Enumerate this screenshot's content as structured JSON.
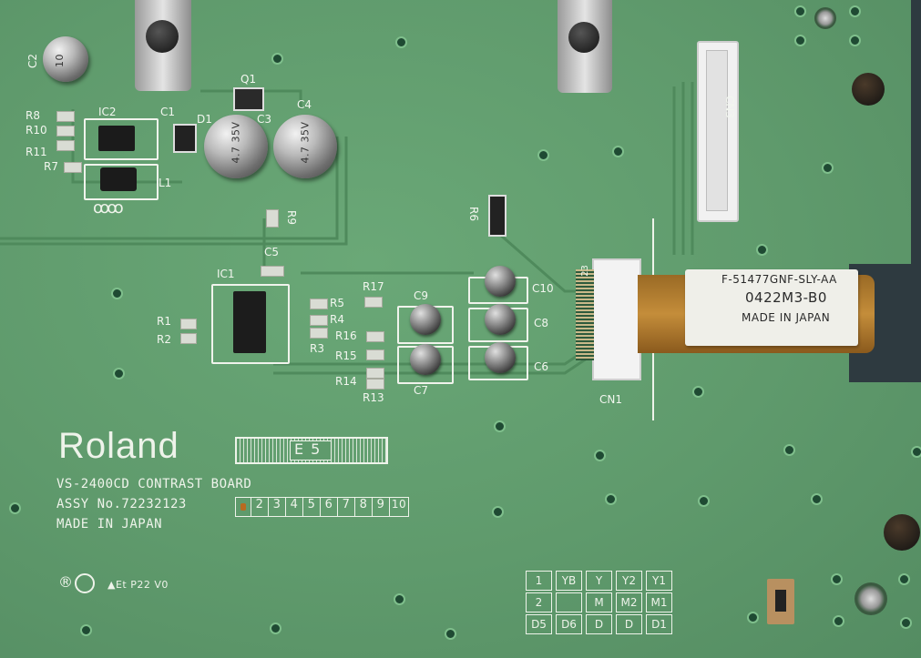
{
  "silkscreen": {
    "brand": "Roland",
    "box_text": "E5",
    "board_name": "VS-2400CD CONTRAST BOARD",
    "assy": "ASSY No.72232123",
    "assy_digits": [
      "2",
      "3",
      "4",
      "5",
      "6",
      "7",
      "8",
      "9",
      "10"
    ],
    "made_in": "MADE IN JAPAN",
    "ul_mark": "®",
    "rating": "▲Et P22 V0"
  },
  "ribbon_label": {
    "part": "F-51477GNF-SLY-AA",
    "lot": "0422M3-B0",
    "origin": "MADE IN JAPAN"
  },
  "component_labels": {
    "C2": "C2",
    "R8": "R8",
    "R10": "R10",
    "R11": "R11",
    "R7": "R7",
    "IC2": "IC2",
    "C1": "C1",
    "D1": "D1",
    "L1": "L1",
    "Q1": "Q1",
    "C3": "C3",
    "C4": "C4",
    "R9": "R9",
    "C5": "C5",
    "IC1": "IC1",
    "R1": "R1",
    "R2": "R2",
    "R5": "R5",
    "R4": "R4",
    "R3": "R3",
    "R17": "R17",
    "R16": "R16",
    "R15": "R15",
    "R14": "R14",
    "R13": "R13",
    "C9": "C9",
    "C7": "C7",
    "C10": "C10",
    "C8": "C8",
    "C6": "C6",
    "R6": "R6",
    "CN1": "CN1",
    "CN3": "CN3",
    "pin23": "23"
  },
  "cap_markings": {
    "c2": "10",
    "c3": "4.7 35V",
    "c4": "4.7 35V"
  },
  "test_grid": [
    [
      "1",
      "YB",
      "Y",
      "Y2",
      "Y1"
    ],
    [
      "2",
      "",
      "M",
      "M2",
      "M1"
    ],
    [
      "D5",
      "D6",
      "D",
      "D",
      "D1"
    ]
  ]
}
